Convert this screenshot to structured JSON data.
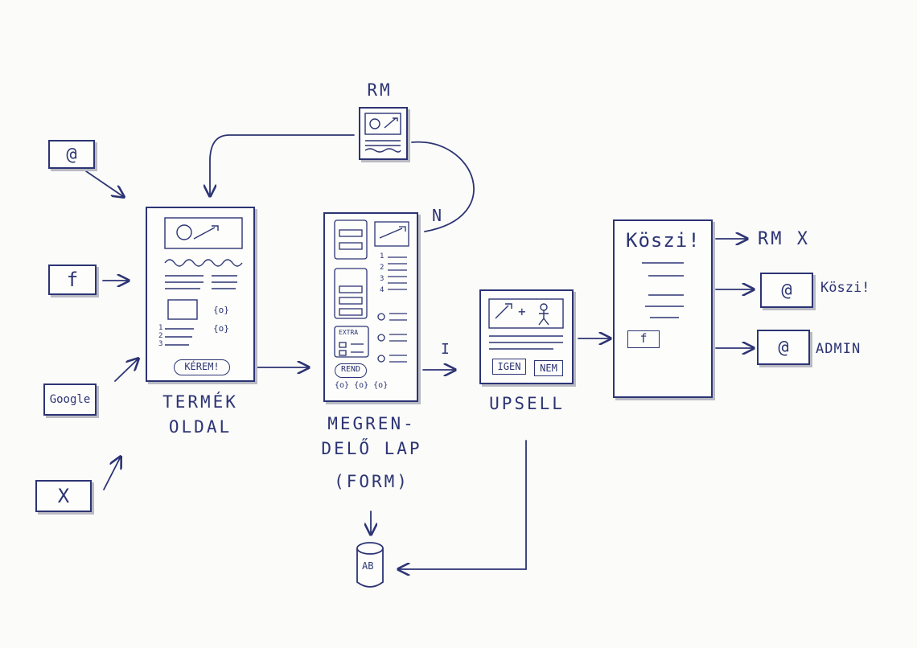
{
  "sources": {
    "email": "@",
    "facebook": "f",
    "google": "Google",
    "x": "X"
  },
  "rm": {
    "label": "RM"
  },
  "product_page": {
    "button": "KÉREM!",
    "label_line1": "TERMÉK",
    "label_line2": "OLDAL",
    "small_marks": [
      "{o}",
      "{o}",
      "1",
      "2",
      "3"
    ]
  },
  "order_page": {
    "extra_label": "EXTRA",
    "order_button": "REND",
    "footer_marks": "{o} {o} {o}",
    "label_line1": "MEGREN-",
    "label_line2": "DELŐ LAP",
    "label_line3": "(FORM)",
    "numbers": [
      "1",
      "2",
      "3",
      "4"
    ]
  },
  "upsell": {
    "plus": "+",
    "yes_button": "IGEN",
    "no_button": "NEM",
    "label": "UPSELL"
  },
  "thanks_page": {
    "title": "Köszi!",
    "fb_icon": "f"
  },
  "outputs": {
    "rm_x": "RM X",
    "email_thanks_icon": "@",
    "email_thanks_label": "Köszi!",
    "email_admin_icon": "@",
    "email_admin_label": "ADMIN"
  },
  "database": {
    "label": "AB"
  },
  "edge_labels": {
    "no": "N",
    "yes": "I"
  }
}
